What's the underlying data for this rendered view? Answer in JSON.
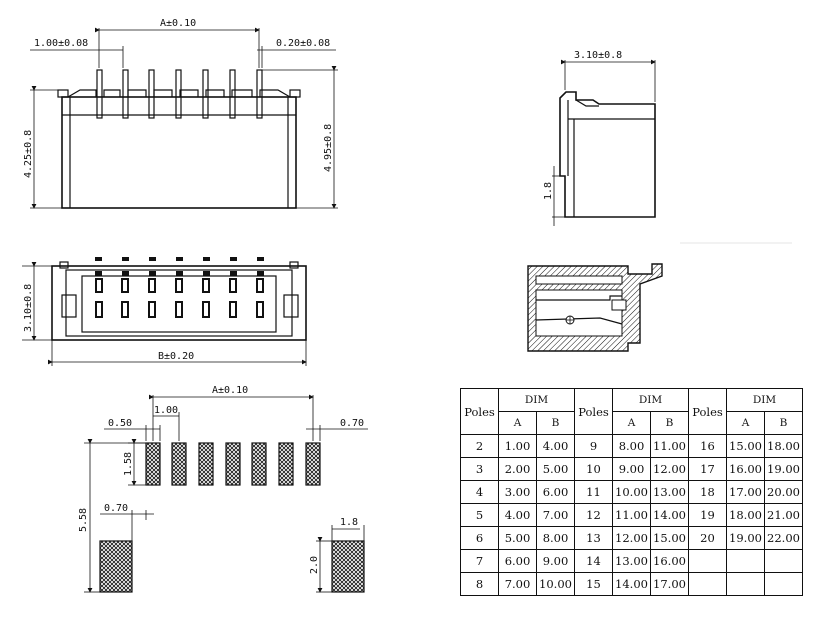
{
  "front_view": {
    "dim_a": "A±0.10",
    "dim_pitch": "1.00±0.08",
    "dim_pin_width": "0.20±0.08",
    "dim_left_height": "4.25±0.8",
    "dim_right_height": "4.95±0.8"
  },
  "side_view": {
    "dim_width": "3.10±0.8",
    "dim_small": "1.8"
  },
  "top_view": {
    "dim_height": "3.10±0.8",
    "dim_b": "B±0.20"
  },
  "footprint": {
    "dim_a": "A±0.10",
    "dim_pitch": "1.00",
    "dim_pad_width": "0.50",
    "dim_right_margin": "0.70",
    "dim_pad_length": "1.58",
    "dim_total": "5.58",
    "dim_anchor_width": "0.70",
    "dim_anchor_right": "1.8",
    "dim_anchor_height": "2.0"
  },
  "table": {
    "poles_label": "Poles",
    "dim_label": "DIM",
    "col_a": "A",
    "col_b": "B",
    "rows": [
      {
        "g1": [
          "2",
          "1.00",
          "4.00"
        ],
        "g2": [
          "9",
          "8.00",
          "11.00"
        ],
        "g3": [
          "16",
          "15.00",
          "18.00"
        ]
      },
      {
        "g1": [
          "3",
          "2.00",
          "5.00"
        ],
        "g2": [
          "10",
          "9.00",
          "12.00"
        ],
        "g3": [
          "17",
          "16.00",
          "19.00"
        ]
      },
      {
        "g1": [
          "4",
          "3.00",
          "6.00"
        ],
        "g2": [
          "11",
          "10.00",
          "13.00"
        ],
        "g3": [
          "18",
          "17.00",
          "20.00"
        ]
      },
      {
        "g1": [
          "5",
          "4.00",
          "7.00"
        ],
        "g2": [
          "12",
          "11.00",
          "14.00"
        ],
        "g3": [
          "19",
          "18.00",
          "21.00"
        ]
      },
      {
        "g1": [
          "6",
          "5.00",
          "8.00"
        ],
        "g2": [
          "13",
          "12.00",
          "15.00"
        ],
        "g3": [
          "20",
          "19.00",
          "22.00"
        ]
      },
      {
        "g1": [
          "7",
          "6.00",
          "9.00"
        ],
        "g2": [
          "14",
          "13.00",
          "16.00"
        ],
        "g3": [
          "",
          "",
          ""
        ]
      },
      {
        "g1": [
          "8",
          "7.00",
          "10.00"
        ],
        "g2": [
          "15",
          "14.00",
          "17.00"
        ],
        "g3": [
          "",
          "",
          ""
        ]
      }
    ]
  }
}
